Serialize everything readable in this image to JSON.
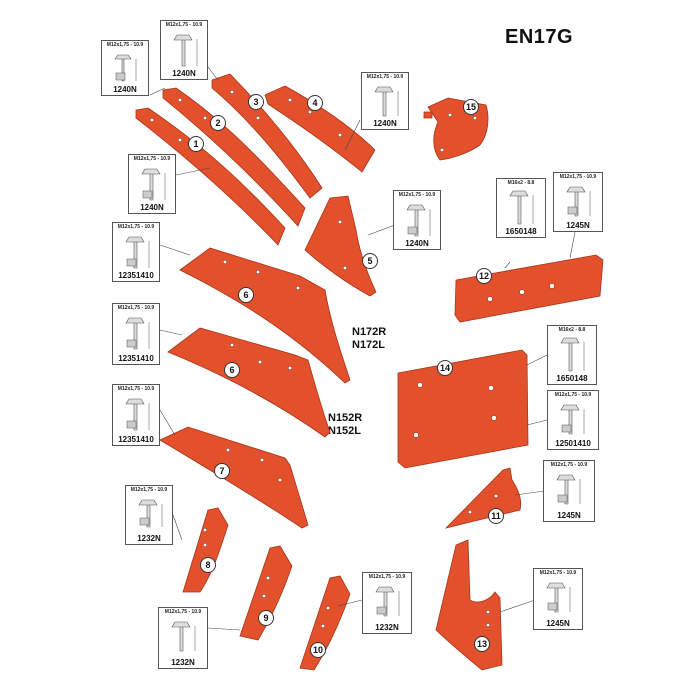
{
  "title": "EN17G",
  "models": [
    "N172R",
    "N172L",
    "N152R",
    "N152L"
  ],
  "callouts": [
    "1",
    "2",
    "3",
    "4",
    "5",
    "6",
    "6",
    "7",
    "8",
    "9",
    "10",
    "11",
    "12",
    "13",
    "14",
    "15"
  ],
  "bolts": [
    {
      "spec": "M12x1,75 - 10.9",
      "code": "1240N"
    },
    {
      "spec": "M12x1,75 - 10.9",
      "code": "1240N"
    },
    {
      "spec": "M12x1,75 - 10.9",
      "code": "1240N"
    },
    {
      "spec": "M12x1,75 - 10.9",
      "code": "1240N"
    },
    {
      "spec": "M12x1,75 - 10.9",
      "code": "1240N"
    },
    {
      "spec": "M12x1,75 - 10.9",
      "code": "12351410"
    },
    {
      "spec": "M12x1,75 - 10.9",
      "code": "12351410"
    },
    {
      "spec": "M12x1,75 - 10.9",
      "code": "12351410"
    },
    {
      "spec": "M12x1,75 - 10.9",
      "code": "1232N"
    },
    {
      "spec": "M12x1,75 - 10.9",
      "code": "1232N"
    },
    {
      "spec": "M12x1,75 - 10.9",
      "code": "1232N"
    },
    {
      "spec": "M16x2 - 8.8",
      "code": "1650148"
    },
    {
      "spec": "M12x1,75 - 10.9",
      "code": "1245N"
    },
    {
      "spec": "M16x2 - 8.8",
      "code": "1650148"
    },
    {
      "spec": "M12x1,75 - 10.9",
      "code": "12501410"
    },
    {
      "spec": "M12x1,75 - 10.9",
      "code": "1245N"
    },
    {
      "spec": "M12x1,75 - 10.9",
      "code": "1245N"
    }
  ],
  "colors": {
    "part": "#e2502c",
    "part_dark": "#b33b1c",
    "hole": "#ffffff",
    "line": "#444444"
  }
}
